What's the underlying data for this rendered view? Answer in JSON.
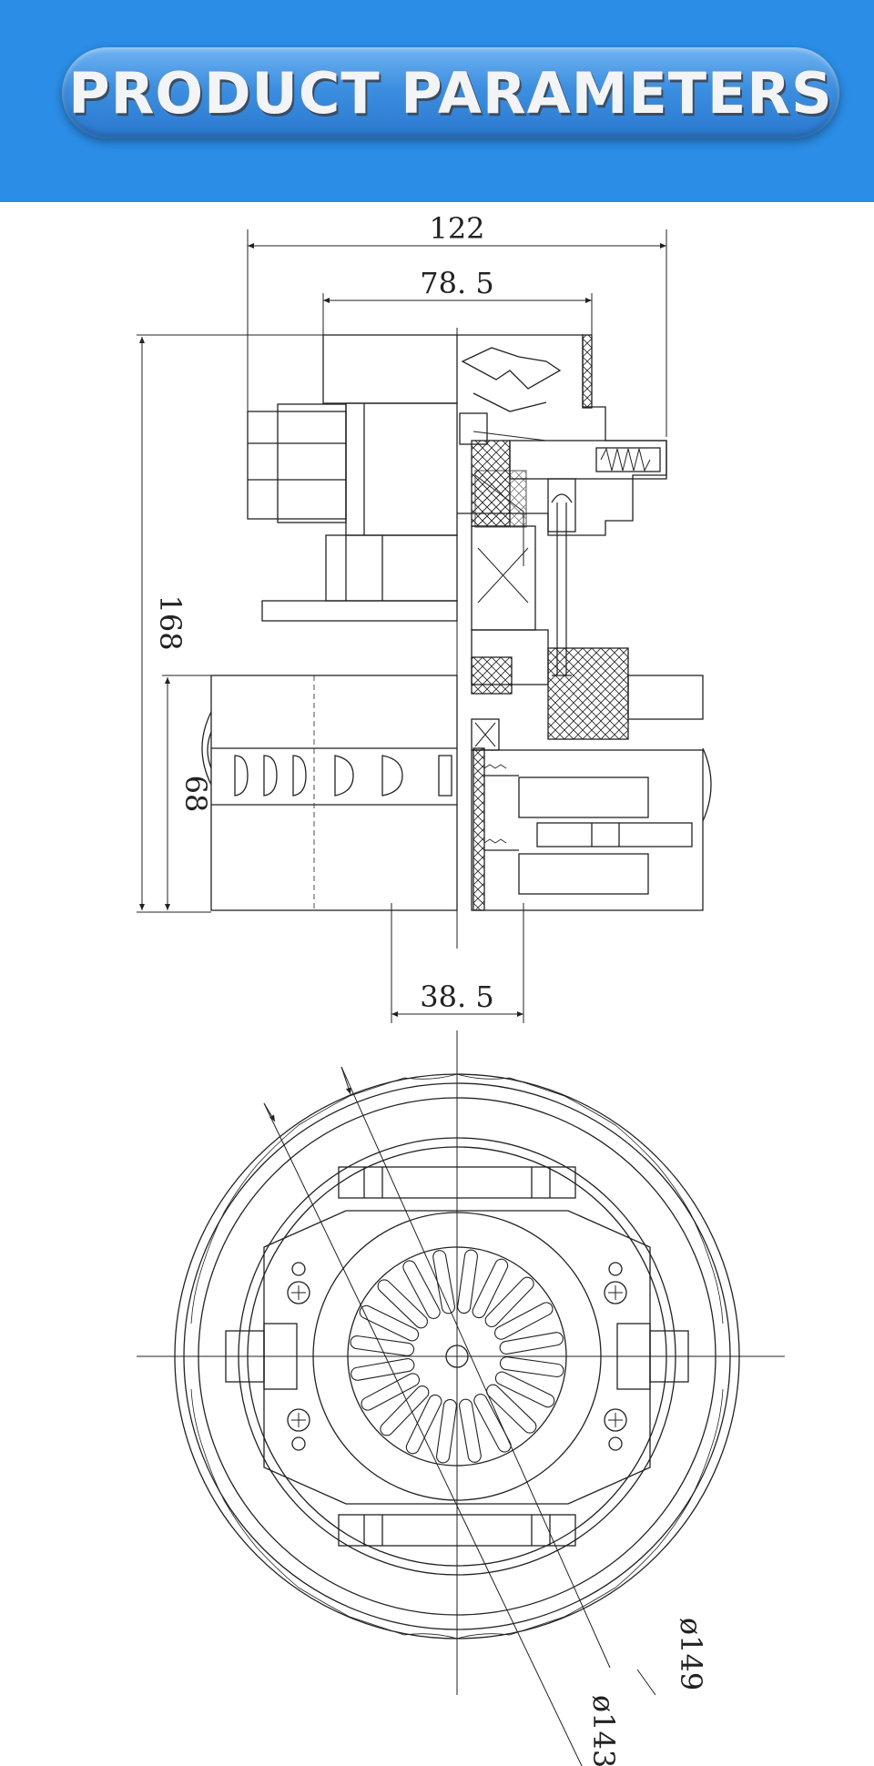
{
  "header": {
    "title": "PRODUCT PARAMETERS"
  },
  "dimensions": {
    "width_overall": "122",
    "width_inner": "78. 5",
    "height_overall": "168",
    "height_lower": "68",
    "shaft_offset": "38. 5",
    "diameter_inner": "ø143",
    "diameter_outer": "ø149"
  },
  "colors": {
    "header_bg": "#2b8de6",
    "line": "#222222"
  }
}
